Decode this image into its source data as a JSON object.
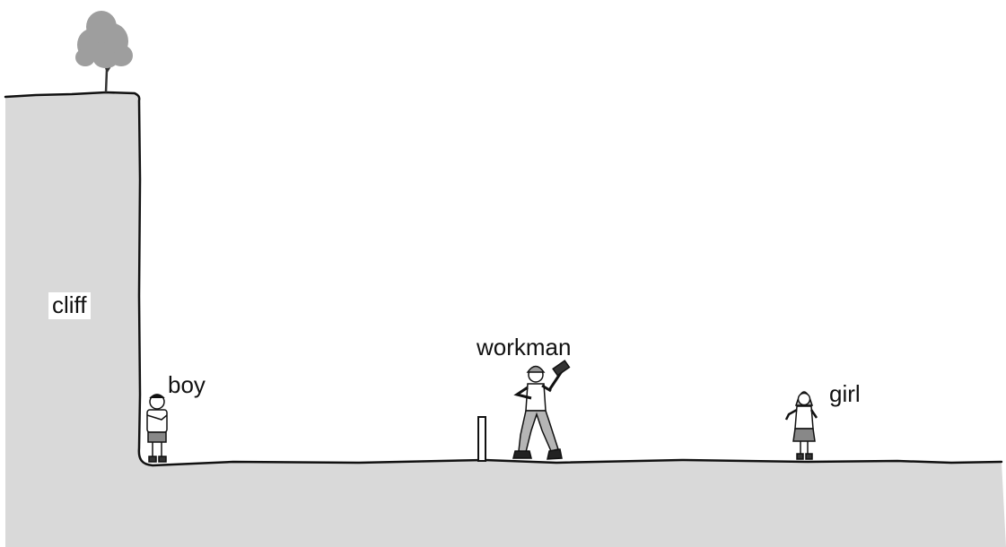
{
  "labels": {
    "cliff": "cliff",
    "boy": "boy",
    "workman": "workman",
    "girl": "girl"
  },
  "colors": {
    "ground": "#d9d9d9",
    "outline": "#111111",
    "tree": "#9e9e9e",
    "background": "#ffffff"
  }
}
